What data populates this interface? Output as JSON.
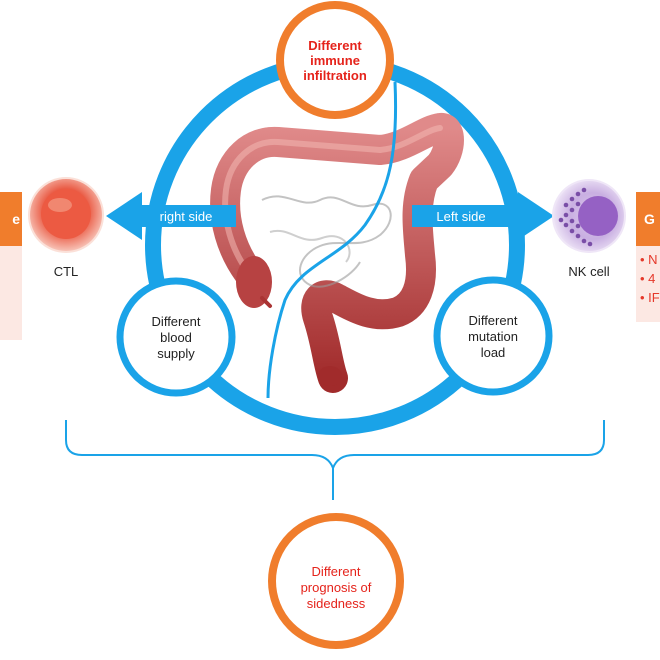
{
  "top_circle": {
    "lines": [
      "Different",
      "immune",
      "infiltration"
    ]
  },
  "bottom_circle": {
    "lines": [
      "Different",
      "prognosis of",
      "sidedness"
    ]
  },
  "left_inner_circle": {
    "lines": [
      "Different",
      "blood",
      "supply"
    ]
  },
  "right_inner_circle": {
    "lines": [
      "Different",
      "mutation",
      "load"
    ]
  },
  "left_arrow_label": "right side",
  "right_arrow_label": "Left side",
  "left_cell_label": "CTL",
  "right_cell_label": "NK cell",
  "left_panel": {
    "header": "e"
  },
  "right_panel": {
    "header": "G",
    "items": [
      "• N",
      "• 4",
      "• IF"
    ]
  },
  "colors": {
    "ring": "#1aa3e8",
    "accent_orange": "#f07d2c",
    "red_text": "#e5231b",
    "panel_fill": "#fce8e3",
    "colon": "#b53a3a"
  }
}
